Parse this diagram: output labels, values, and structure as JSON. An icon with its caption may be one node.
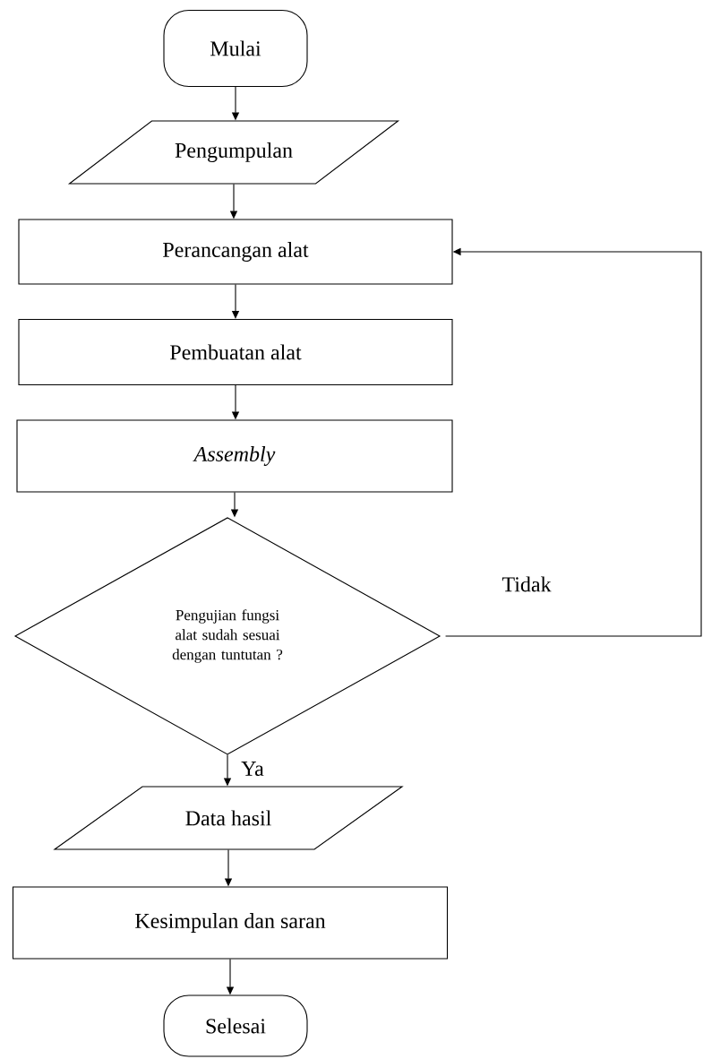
{
  "diagram": {
    "nodes": [
      {
        "text": [
          "Mulai"
        ]
      },
      {
        "text": [
          "Pengumpulan"
        ]
      },
      {
        "text": [
          "Perancangan alat"
        ]
      },
      {
        "text": [
          "Pembuatan alat"
        ]
      },
      {
        "text": [
          "Assembly"
        ]
      },
      {
        "text": [
          "Pengujian fungsi alat sudah sesuai dengan tuntutan ?"
        ]
      },
      {
        "text": [
          "Data hasil"
        ]
      },
      {
        "text": [
          "Kesimpulan dan saran"
        ]
      },
      {
        "text": [
          "Selesai"
        ]
      }
    ],
    "edges": [
      {
        "from": 0,
        "to": 1,
        "arrow": "to"
      },
      {
        "from": 1,
        "to": 2,
        "arrow": "to"
      },
      {
        "from": 2,
        "to": 3,
        "arrow": "to"
      },
      {
        "from": 3,
        "to": 4,
        "arrow": "to"
      },
      {
        "from": 4,
        "to": 5,
        "arrow": "to"
      },
      {
        "from": 5,
        "to": 6,
        "arrow": "to",
        "label": "Ya"
      },
      {
        "from": 6,
        "to": 7,
        "arrow": "to"
      },
      {
        "from": 7,
        "to": 8,
        "arrow": "to"
      },
      {
        "from": 5,
        "to": 2,
        "arrow": "to",
        "label": "Tidak"
      }
    ]
  }
}
